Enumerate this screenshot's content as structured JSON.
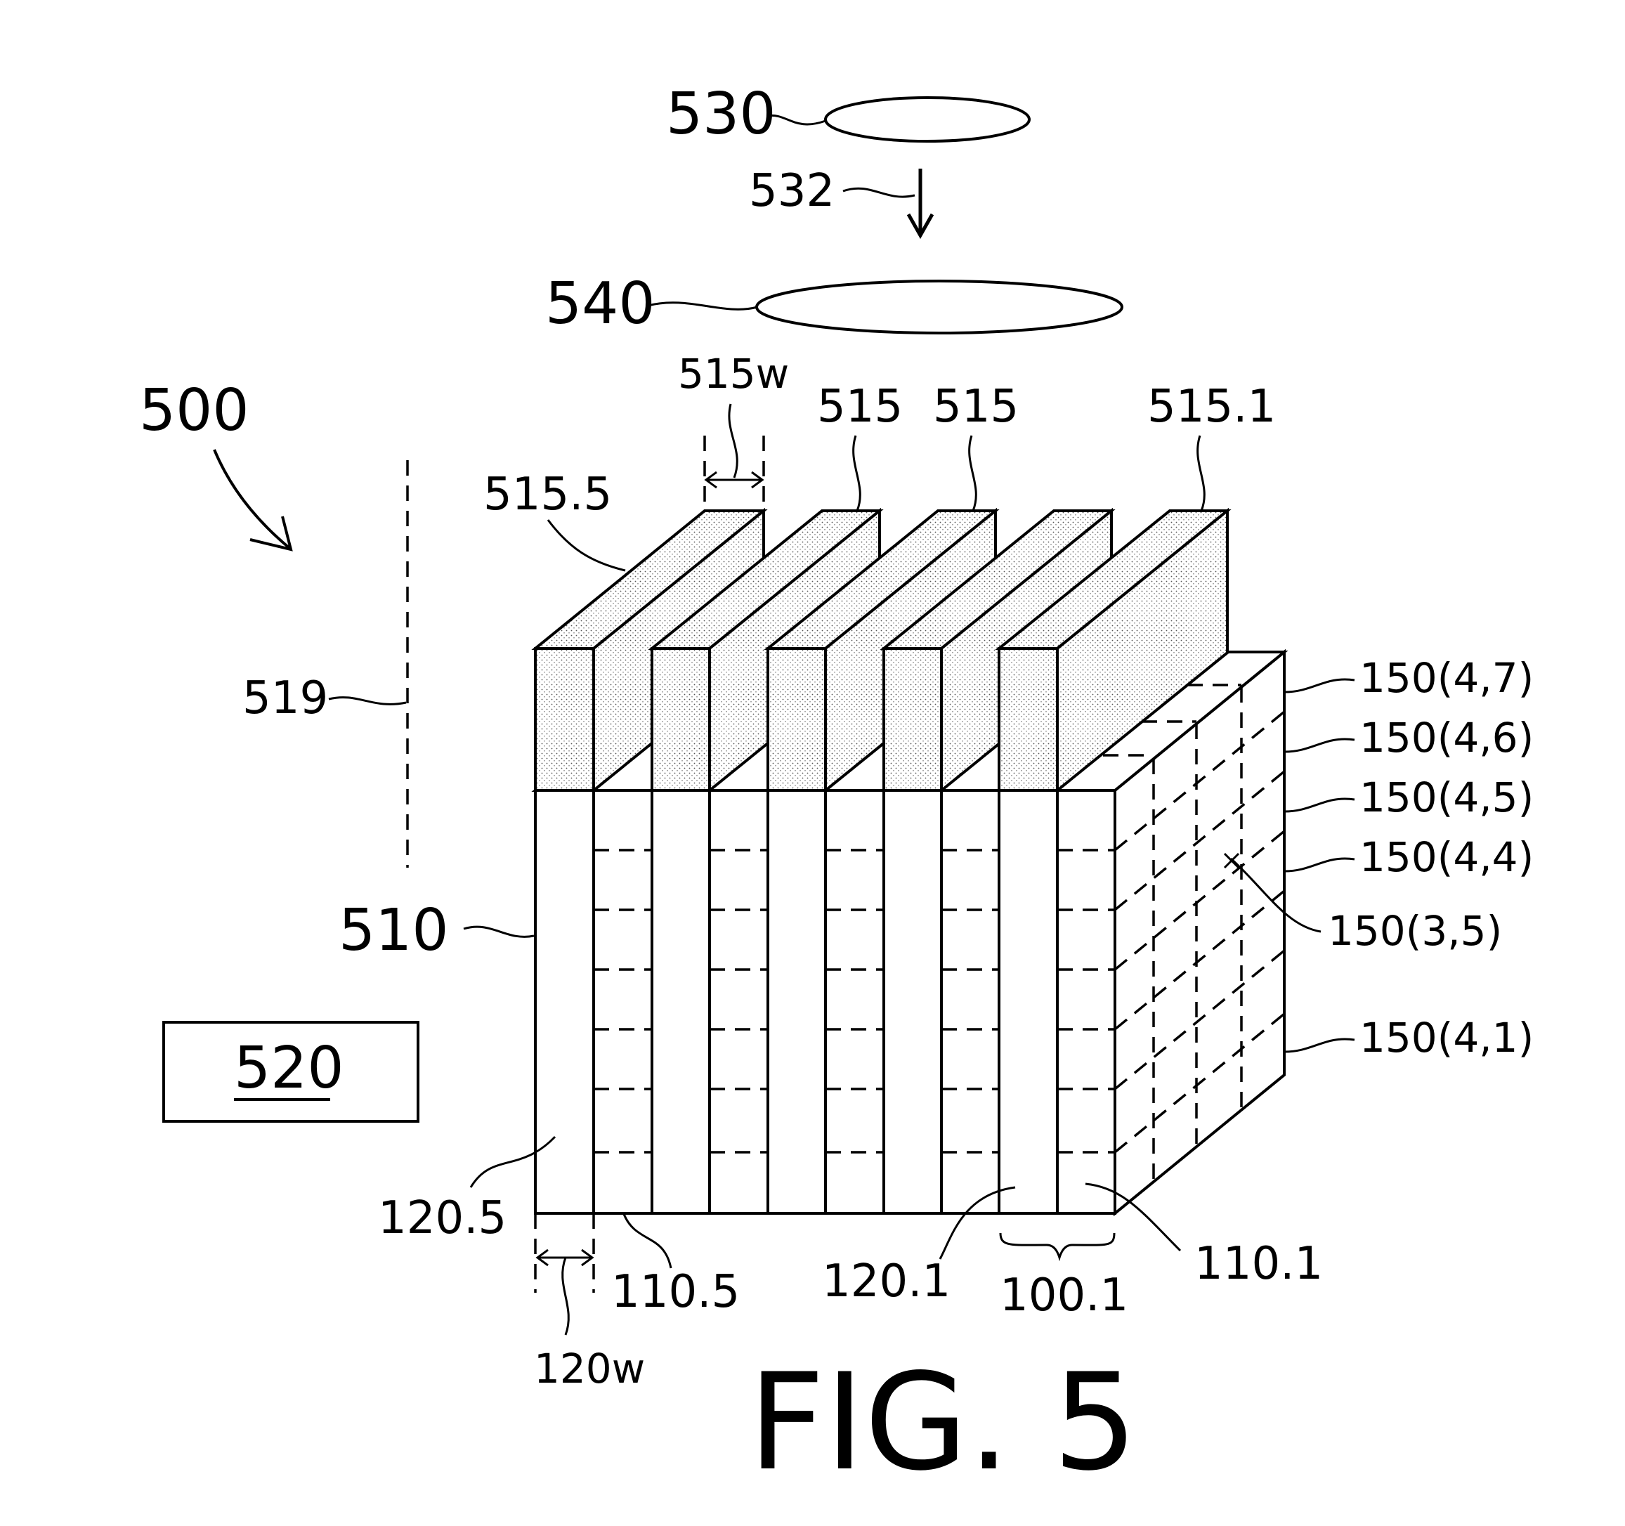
{
  "figure": {
    "caption": "FIG. 5",
    "labels": {
      "system": "500",
      "source": "530",
      "light_direction": "532",
      "lens": "540",
      "axis": "519",
      "stack": "510",
      "controller": "520",
      "mask_width": "515w",
      "mask_a": "515",
      "mask_b": "515",
      "mask_first": "515.1",
      "mask_last": "515.5",
      "trench_last": "120.5",
      "trench_width": "120w",
      "fin_last": "110.5",
      "trench_first": "120.1",
      "unit_first": "100.1",
      "fin_first": "110.1",
      "cell_4_7": "150(4,7)",
      "cell_4_6": "150(4,6)",
      "cell_4_5": "150(4,5)",
      "cell_4_4": "150(4,4)",
      "cell_3_5": "150(3,5)",
      "cell_4_1": "150(4,1)"
    }
  }
}
